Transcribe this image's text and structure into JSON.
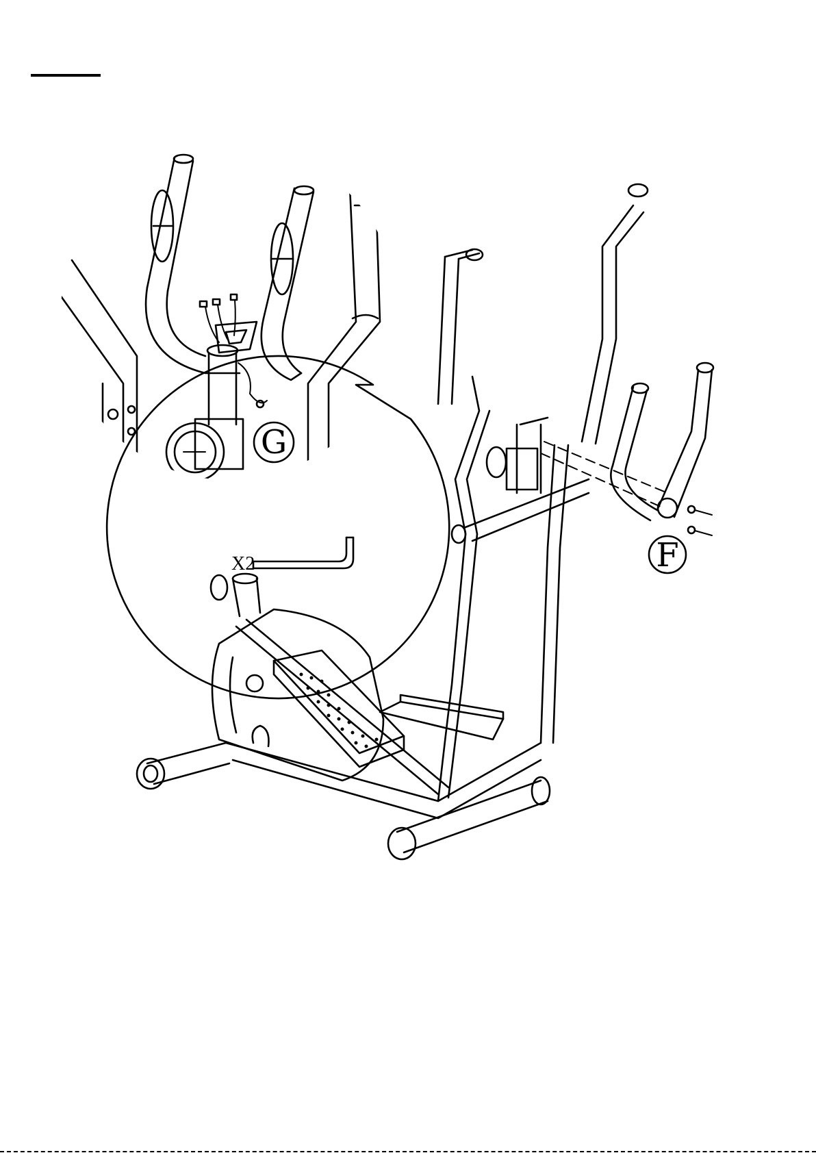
{
  "callouts": {
    "detail_label": "G",
    "part_label": "F",
    "tool_quantity": "X2"
  },
  "colors": {
    "line": "#000000",
    "paper": "#ffffff"
  }
}
